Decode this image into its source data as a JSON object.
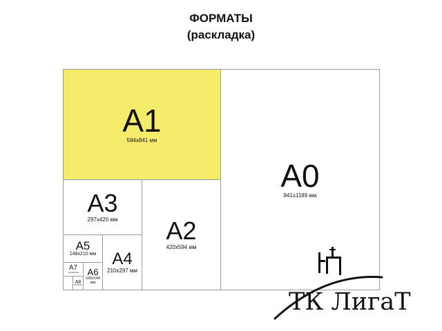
{
  "header": {
    "title": "ФОРМАТЫ",
    "subtitle": "(раскладка)"
  },
  "colors": {
    "a1_fill": "#F6EC6C",
    "sheet_fill": "#FFFFFF",
    "border": "#9A9A9A",
    "text": "#111111"
  },
  "sheets": {
    "a0": {
      "name": "A0",
      "size": "841x1189 мм"
    },
    "a1": {
      "name": "A1",
      "size": "594x841 мм"
    },
    "a2": {
      "name": "A2",
      "size": "420x594 мм"
    },
    "a3": {
      "name": "A3",
      "size": "297x420 мм"
    },
    "a4": {
      "name": "A4",
      "size": "210x297 мм"
    },
    "a5": {
      "name": "A5",
      "size": "148x210 мм"
    },
    "a6": {
      "name": "A6",
      "size": "105x149 мм"
    },
    "a7": {
      "name": "A7",
      "size": "74x105 мм"
    },
    "a8": {
      "name": "A8",
      "size": "52x74 мм"
    }
  },
  "logo": {
    "text": "ТК ЛигаТ",
    "icon": "church-icon"
  }
}
